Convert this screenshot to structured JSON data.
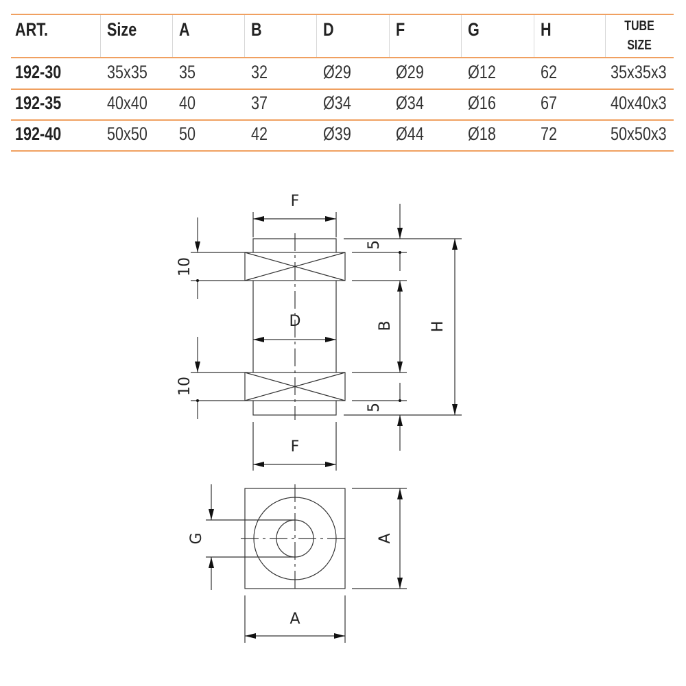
{
  "table": {
    "headers": [
      "ART.",
      "Size",
      "A",
      "B",
      "D",
      "F",
      "G",
      "H"
    ],
    "last_header": [
      "TUBE",
      "SIZE"
    ],
    "rows": [
      [
        "192-30",
        "35x35",
        "35",
        "32",
        "Ø29",
        "Ø29",
        "Ø12",
        "62",
        "35x35x3"
      ],
      [
        "192-35",
        "40x40",
        "40",
        "37",
        "Ø34",
        "Ø34",
        "Ø16",
        "67",
        "40x40x3"
      ],
      [
        "192-40",
        "50x50",
        "50",
        "42",
        "Ø39",
        "Ø44",
        "Ø18",
        "72",
        "50x50x3"
      ]
    ],
    "accent_color": "#f0a060"
  },
  "drawing": {
    "labels": {
      "f_top": "F",
      "f_bottom": "F",
      "d": "D",
      "b": "B",
      "h": "H",
      "ten_top": "10",
      "ten_bottom": "10",
      "five_top": "5",
      "five_bottom": "5",
      "g": "G",
      "a_right": "A",
      "a_bottom": "A"
    }
  }
}
